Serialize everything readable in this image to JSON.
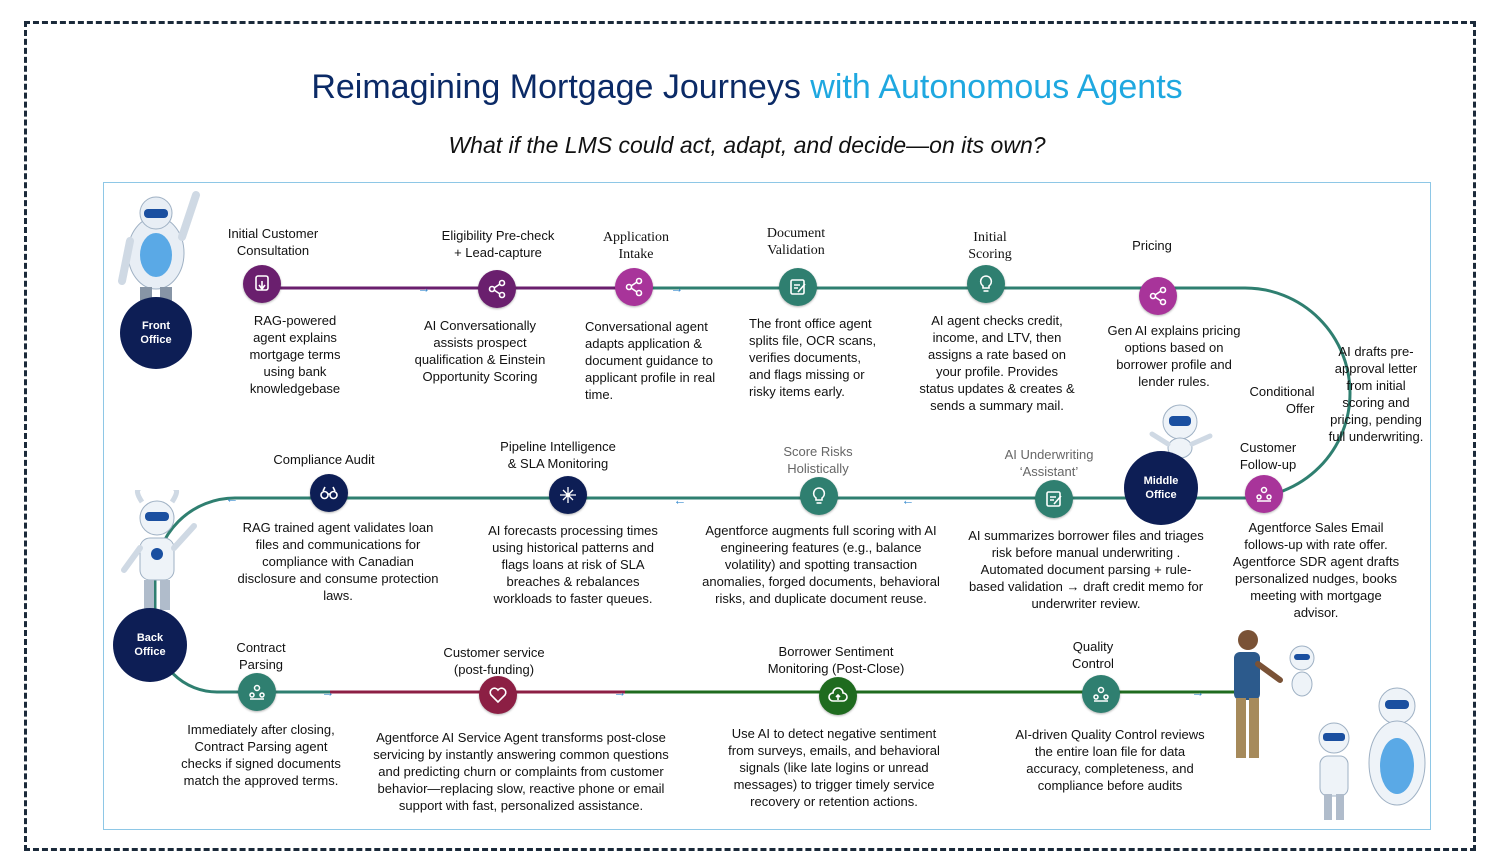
{
  "header": {
    "title_main": "Reimagining Mortgage Journeys",
    "title_accent": "with Autonomous Agents",
    "subtitle": "What if the LMS could act, adapt, and decide—on its own?"
  },
  "offices": {
    "front": "Front\nOffice",
    "middle": "Middle\nOffice",
    "back": "Back\nOffice"
  },
  "colors": {
    "purple": "#6a1f6e",
    "magenta": "#a8349a",
    "teal": "#2f7f70",
    "crimson": "#8c1f44",
    "green": "#1f6b1f",
    "navy": "#0d1e55",
    "accent": "#1fa8e0"
  },
  "steps": {
    "initial_consultation": {
      "label": "Initial Customer\nConsultation",
      "icon": "touch-icon",
      "desc": "RAG-powered agent explains mortgage terms using bank knowledgebase"
    },
    "eligibility": {
      "label": "Eligibility Pre-check\n+ Lead-capture",
      "icon": "share-icon",
      "desc": "AI Conversationally assists prospect qualification & Einstein Opportunity Scoring"
    },
    "application_intake": {
      "label": "Application\nIntake",
      "icon": "share-icon",
      "desc": "Conversational agent adapts application & document guidance to applicant profile in real time."
    },
    "document_validation": {
      "label": "Document\nValidation",
      "icon": "document-edit-icon",
      "desc": "The front office agent splits file, OCR scans, verifies documents, and flags missing or risky items early."
    },
    "initial_scoring": {
      "label": "Initial\nScoring",
      "icon": "lightbulb-icon",
      "desc": "AI agent checks credit, income, and LTV, then assigns a rate based on your profile. Provides status updates & creates & sends a summary mail."
    },
    "pricing": {
      "label": "Pricing",
      "icon": "share-icon",
      "desc": "Gen AI explains pricing options based on borrower profile and lender rules."
    },
    "conditional_offer": {
      "label": "Conditional\nOffer",
      "desc": "AI drafts pre-approval letter from initial scoring and pricing, pending full underwriting."
    },
    "customer_followup": {
      "label": "Customer\nFollow-up",
      "icon": "people-icon",
      "desc": "Agentforce Sales Email follows-up with rate offer. Agentforce SDR agent drafts personalized nudges,  books meeting with mortgage advisor."
    },
    "underwriting": {
      "label": "AI Underwriting\n‘Assistant’",
      "icon": "document-edit-icon",
      "desc": "AI summarizes borrower files and triages risk before manual underwriting . Automated document parsing + rule-based validation → draft credit memo for underwriter review."
    },
    "score_risks": {
      "label": "Score Risks\nHolistically",
      "icon": "lightbulb-icon",
      "desc": "Agentforce augments full scoring with AI engineering features (e.g., balance volatility) and spotting transaction anomalies, forged documents, behavioral risks, and duplicate document reuse."
    },
    "pipeline": {
      "label": "Pipeline Intelligence\n& SLA Monitoring",
      "icon": "sparkle-grid-icon",
      "desc": "AI forecasts processing times using historical patterns and flags loans at risk of SLA breaches & rebalances workloads to faster queues."
    },
    "compliance": {
      "label": "Compliance Audit",
      "icon": "binoculars-icon",
      "desc": "RAG trained agent validates loan files and communications for compliance with Canadian disclosure and consume protection laws."
    },
    "contract_parsing": {
      "label": "Contract\nParsing",
      "icon": "people-icon",
      "desc": "Immediately after closing, Contract Parsing  agent checks if signed documents match the approved terms."
    },
    "customer_service": {
      "label": "Customer service\n(post-funding)",
      "icon": "heart-icon",
      "desc": "Agentforce AI Service Agent transforms post-close servicing by instantly answering common questions and predicting churn or complaints from customer behavior—replacing slow, reactive phone or email support with fast, personalized assistance."
    },
    "sentiment": {
      "label": "Borrower Sentiment\nMonitoring (Post-Close)",
      "icon": "cloud-upload-icon",
      "desc": "Use AI to detect negative sentiment from surveys, emails, and behavioral signals (like late logins or unread messages) to trigger timely service recovery or retention actions."
    },
    "quality_control": {
      "label": "Quality\nControl",
      "icon": "people-icon",
      "desc": "AI-driven Quality Control reviews the entire loan file for data accuracy, completeness, and compliance before audits"
    }
  }
}
